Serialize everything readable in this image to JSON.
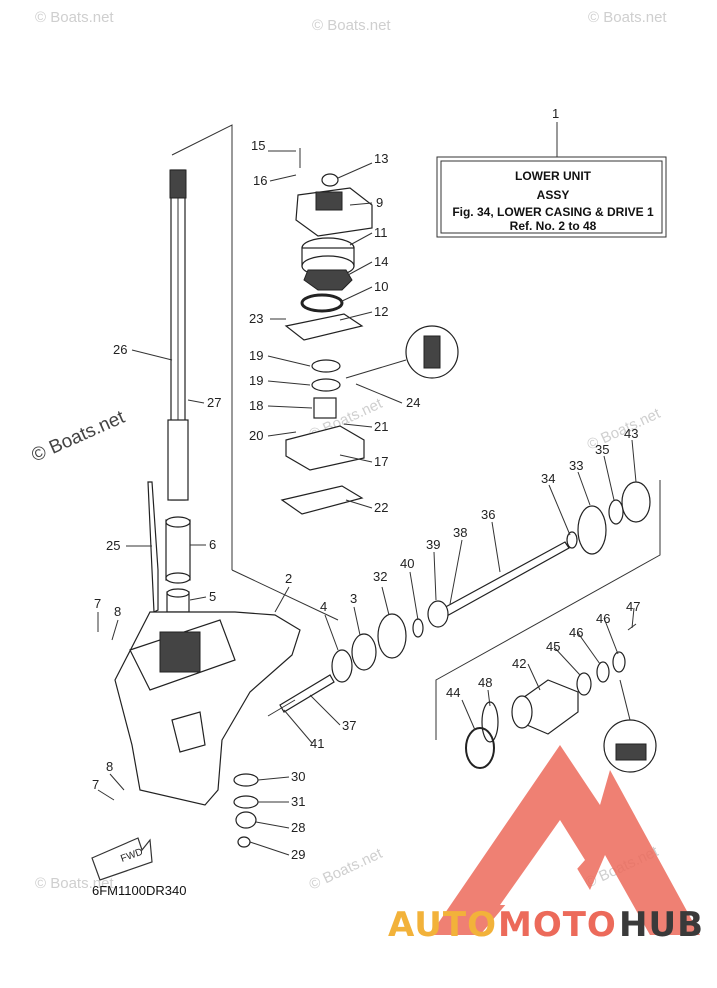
{
  "watermarks": {
    "small": "© Boats.net",
    "large": "© Boats.net"
  },
  "info_box": {
    "number": "1",
    "line1": "LOWER UNIT",
    "line2": "ASSY",
    "line3": "Fig. 34, LOWER CASING & DRIVE 1",
    "line4": "Ref. No. 2 to 48"
  },
  "fwd_label": "FWD",
  "diagram_code": "6FM1100DR340",
  "logo": {
    "part1": "AUTO",
    "part2": "MOTO",
    "part3": "HUB",
    "colors": {
      "auto": "#f2b23a",
      "moto": "#ec6a5a",
      "hub": "#3a3a3a",
      "triangle": "#ec6a5a"
    }
  },
  "callouts": {
    "c2": "2",
    "c3": "3",
    "c4": "4",
    "c5": "5",
    "c6": "6",
    "c7a": "7",
    "c7b": "7",
    "c8a": "8",
    "c8b": "8",
    "c9": "9",
    "c10": "10",
    "c11": "11",
    "c12": "12",
    "c13": "13",
    "c14": "14",
    "c15": "15",
    "c16": "16",
    "c17": "17",
    "c18": "18",
    "c19a": "19",
    "c19b": "19",
    "c20": "20",
    "c21": "21",
    "c22": "22",
    "c23": "23",
    "c24": "24",
    "c25": "25",
    "c26": "26",
    "c27": "27",
    "c28": "28",
    "c29": "29",
    "c30": "30",
    "c31": "31",
    "c32": "32",
    "c33": "33",
    "c34": "34",
    "c35": "35",
    "c36": "36",
    "c37": "37",
    "c38": "38",
    "c39": "39",
    "c40": "40",
    "c41": "41",
    "c42": "42",
    "c43": "43",
    "c44": "44",
    "c45": "45",
    "c46a": "46",
    "c46b": "46",
    "c47": "47",
    "c48": "48"
  }
}
